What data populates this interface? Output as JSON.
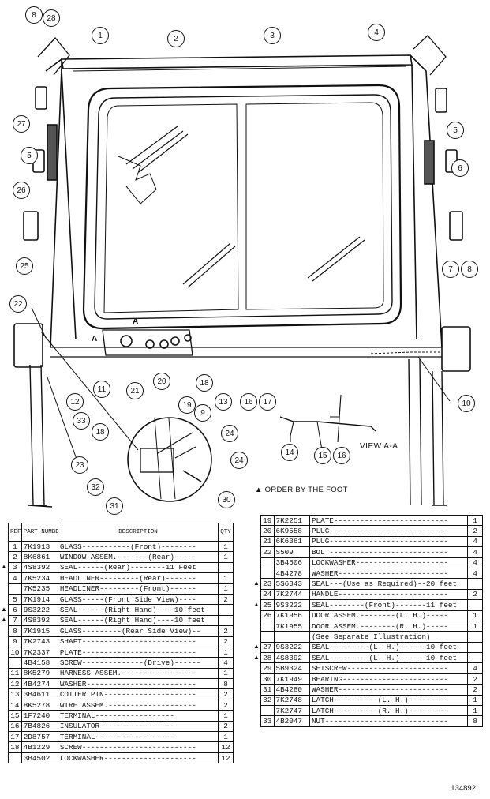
{
  "figure_number": "134892",
  "order_note": "▲ ORDER BY THE FOOT",
  "view_label": "VIEW A-A",
  "section_marks": [
    "A",
    "A"
  ],
  "callouts": [
    "8",
    "28",
    "1",
    "2",
    "3",
    "4",
    "27",
    "5",
    "26",
    "5",
    "6",
    "25",
    "7",
    "8",
    "22",
    "11",
    "21",
    "20",
    "19",
    "18",
    "16",
    "17",
    "12",
    "33",
    "9",
    "13",
    "18",
    "24",
    "24",
    "23",
    "32",
    "31",
    "30",
    "14",
    "15",
    "16",
    "10"
  ],
  "table_headers": {
    "ref": "REF. NO.",
    "part": "PART NUMBER",
    "description": "DESCRIPTION",
    "qty": "QTY"
  },
  "left_rows": [
    {
      "ref": "1",
      "part": "7K1913",
      "desc": "GLASS-----------(Front)--------",
      "qty": "1",
      "mark": ""
    },
    {
      "ref": "2",
      "part": "8K6861",
      "desc": "WINDOW ASSEM.-------(Rear)-----",
      "qty": "1",
      "mark": ""
    },
    {
      "ref": "3",
      "part": "4S8392",
      "desc": "SEAL------(Rear)--------11 Feet",
      "qty": "",
      "mark": "▲"
    },
    {
      "ref": "4",
      "part": "7K5234",
      "desc": "HEADLINER---------(Rear)-------",
      "qty": "1",
      "mark": ""
    },
    {
      "ref": "",
      "part": "7K5235",
      "desc": "HEADLINER---------(Front)------",
      "qty": "1",
      "mark": ""
    },
    {
      "ref": "5",
      "part": "7K1914",
      "desc": "GLASS-----(Front Side View)----",
      "qty": "2",
      "mark": ""
    },
    {
      "ref": "6",
      "part": "9S3222",
      "desc": "SEAL------(Right Hand)----10 feet",
      "qty": "",
      "mark": "▲"
    },
    {
      "ref": "7",
      "part": "4S8392",
      "desc": "SEAL------(Right Hand)----10 feet",
      "qty": "",
      "mark": "▲"
    },
    {
      "ref": "8",
      "part": "7K1915",
      "desc": "GLASS---------(Rear Side View)--",
      "qty": "2",
      "mark": ""
    },
    {
      "ref": "9",
      "part": "7K2743",
      "desc": "SHAFT--------------------------",
      "qty": "2",
      "mark": ""
    },
    {
      "ref": "10",
      "part": "7K2337",
      "desc": "PLATE--------------------------",
      "qty": "1",
      "mark": ""
    },
    {
      "ref": "",
      "part": "4B4158",
      "desc": "SCREW--------------(Drive)------",
      "qty": "4",
      "mark": ""
    },
    {
      "ref": "11",
      "part": "8K5279",
      "desc": "HARNESS ASSEM.-----------------",
      "qty": "1",
      "mark": ""
    },
    {
      "ref": "12",
      "part": "4B4274",
      "desc": "WASHER-------------------------",
      "qty": "8",
      "mark": ""
    },
    {
      "ref": "13",
      "part": "3B4611",
      "desc": "COTTER PIN---------------------",
      "qty": "2",
      "mark": ""
    },
    {
      "ref": "14",
      "part": "8K5278",
      "desc": "WIRE ASSEM.--------------------",
      "qty": "2",
      "mark": ""
    },
    {
      "ref": "15",
      "part": "1F7240",
      "desc": "     TERMINAL------------------",
      "qty": "1",
      "mark": ""
    },
    {
      "ref": "16",
      "part": "7B4826",
      "desc": "     INSULATOR-----------------",
      "qty": "2",
      "mark": ""
    },
    {
      "ref": "17",
      "part": "2D8757",
      "desc": "     TERMINAL------------------",
      "qty": "1",
      "mark": ""
    },
    {
      "ref": "18",
      "part": "4B1229",
      "desc": "SCREW--------------------------",
      "qty": "12",
      "mark": ""
    },
    {
      "ref": "",
      "part": "3B4502",
      "desc": "LOCKWASHER---------------------",
      "qty": "12",
      "mark": ""
    }
  ],
  "right_rows": [
    {
      "ref": "19",
      "part": "7K2251",
      "desc": "PLATE--------------------------",
      "qty": "1",
      "mark": ""
    },
    {
      "ref": "20",
      "part": "6K9558",
      "desc": "PLUG---------------------------",
      "qty": "2",
      "mark": ""
    },
    {
      "ref": "21",
      "part": "6K6361",
      "desc": "PLUG---------------------------",
      "qty": "4",
      "mark": ""
    },
    {
      "ref": "22",
      "part": "S509",
      "desc": "BOLT---------------------------",
      "qty": "4",
      "mark": ""
    },
    {
      "ref": "",
      "part": "3B4506",
      "desc": "LOCKWASHER---------------------",
      "qty": "4",
      "mark": ""
    },
    {
      "ref": "",
      "part": "4B4278",
      "desc": "WASHER-------------------------",
      "qty": "4",
      "mark": ""
    },
    {
      "ref": "23",
      "part": "5S6343",
      "desc": "SEAL---(Use as Required)--20 feet",
      "qty": "",
      "mark": "▲"
    },
    {
      "ref": "24",
      "part": "7K2744",
      "desc": "HANDLE-------------------------",
      "qty": "2",
      "mark": ""
    },
    {
      "ref": "25",
      "part": "9S3222",
      "desc": "SEAL--------(Front)-------11 feet",
      "qty": "",
      "mark": "▲"
    },
    {
      "ref": "26",
      "part": "7K1956",
      "desc": "DOOR ASSEM.--------(L. H.)-----",
      "qty": "1",
      "mark": ""
    },
    {
      "ref": "",
      "part": "7K1955",
      "desc": "DOOR ASSEM.--------(R. H.)-----",
      "qty": "1",
      "mark": ""
    },
    {
      "ref": "",
      "part": "",
      "desc": "   (See Separate Illustration)",
      "qty": "",
      "mark": ""
    },
    {
      "ref": "27",
      "part": "9S3222",
      "desc": "SEAL---------(L. H.)------10 feet",
      "qty": "",
      "mark": "▲"
    },
    {
      "ref": "28",
      "part": "4S8392",
      "desc": "SEAL---------(L. H.)------10 feet",
      "qty": "",
      "mark": "▲"
    },
    {
      "ref": "29",
      "part": "5B9324",
      "desc": "SETSCREW-----------------------",
      "qty": "4",
      "mark": ""
    },
    {
      "ref": "30",
      "part": "7K1949",
      "desc": "BEARING------------------------",
      "qty": "2",
      "mark": ""
    },
    {
      "ref": "31",
      "part": "4B4280",
      "desc": "WASHER-------------------------",
      "qty": "2",
      "mark": ""
    },
    {
      "ref": "32",
      "part": "7K2748",
      "desc": "LATCH----------(L. H.)---------",
      "qty": "1",
      "mark": ""
    },
    {
      "ref": "",
      "part": "7K2747",
      "desc": "LATCH----------(R. H.)---------",
      "qty": "1",
      "mark": ""
    },
    {
      "ref": "33",
      "part": "4B2047",
      "desc": "NUT----------------------------",
      "qty": "8",
      "mark": ""
    }
  ]
}
